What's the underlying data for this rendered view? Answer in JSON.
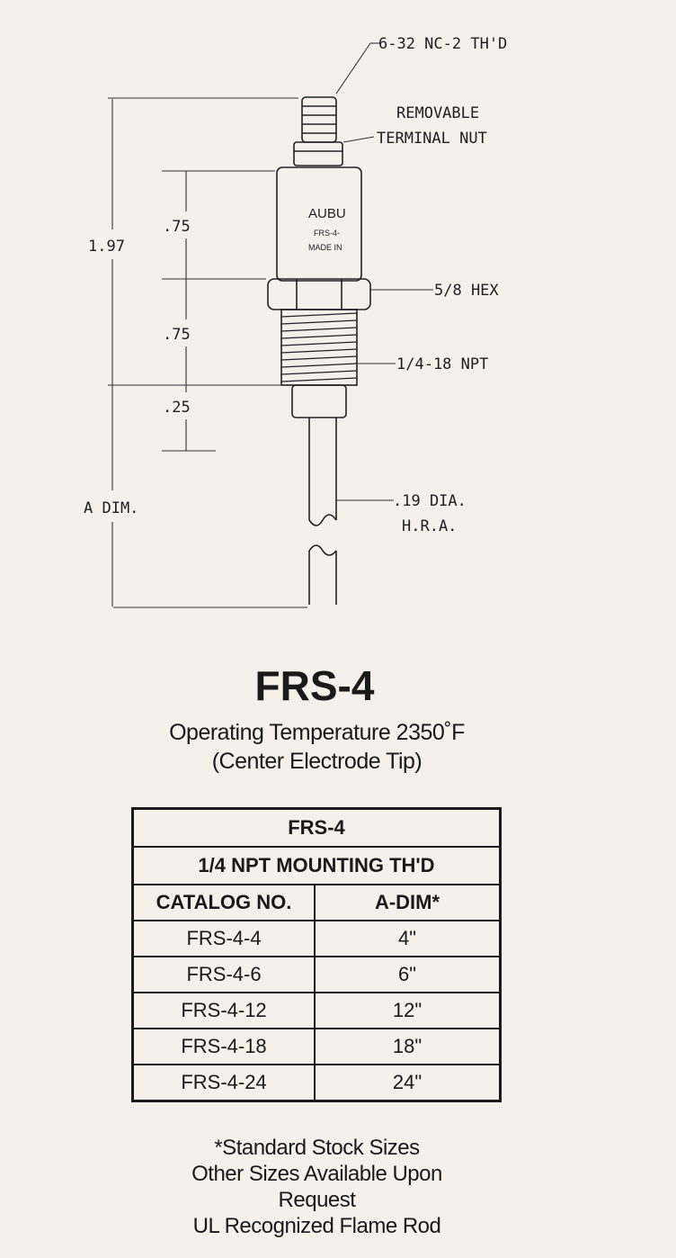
{
  "drawing": {
    "labels": {
      "thread_top": "6-32 NC-2 TH'D",
      "removable": "REMOVABLE",
      "terminal_nut": "TERMINAL NUT",
      "dim_overall": "1.97",
      "dim_upper": ".75",
      "dim_middle": ".75",
      "dim_lower": ".25",
      "hex": "5/8 HEX",
      "npt": "1/4-18 NPT",
      "dia": ".19 DIA.",
      "hra": "H.R.A.",
      "a_dim": "A DIM."
    },
    "body_stamp": {
      "brand": "AUBU",
      "model": "FRS-4-",
      "origin": "MADE IN"
    }
  },
  "title": "FRS-4",
  "operating": {
    "line1": "Operating Temperature 2350˚F",
    "line2": "(Center Electrode Tip)"
  },
  "table": {
    "title": "FRS-4",
    "subtitle": "1/4 NPT MOUNTING TH'D",
    "headers": [
      "CATALOG NO.",
      "A-DIM*"
    ],
    "rows": [
      [
        "FRS-4-4",
        "4\""
      ],
      [
        "FRS-4-6",
        "6\""
      ],
      [
        "FRS-4-12",
        "12\""
      ],
      [
        "FRS-4-18",
        "18\""
      ],
      [
        "FRS-4-24",
        "24\""
      ]
    ]
  },
  "footnotes": {
    "line1": "*Standard Stock Sizes",
    "line2": "Other Sizes Available Upon",
    "line3": "Request",
    "line4": "UL Recognized Flame Rod"
  }
}
